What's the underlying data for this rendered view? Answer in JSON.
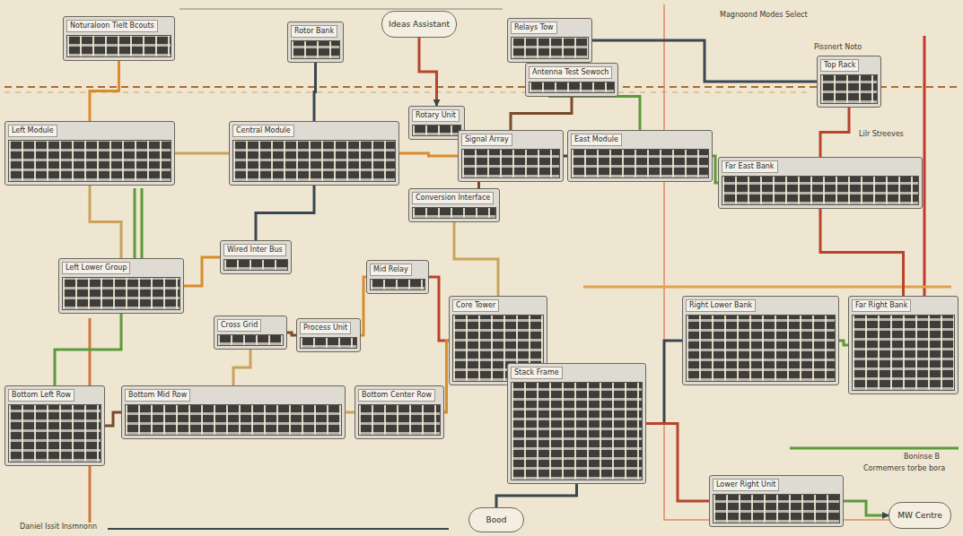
{
  "diagram": {
    "nodes": [
      {
        "text": [
          "Ideas Assistant"
        ]
      },
      {
        "text": [
          "Noturaloon Tielt Bcouts"
        ]
      },
      {
        "text": [
          "Rotor Bank"
        ]
      },
      {
        "text": [
          "Relays Tow"
        ]
      },
      {
        "text": [
          "Antenna Test Sewoch"
        ]
      },
      {
        "text": [
          "Rotary Unit"
        ]
      },
      {
        "text": [
          "Left Module"
        ]
      },
      {
        "text": [
          "Central Module"
        ]
      },
      {
        "text": [
          "Signal Array"
        ]
      },
      {
        "text": [
          "East Module"
        ]
      },
      {
        "text": [
          "Far East Bank"
        ]
      },
      {
        "text": [
          "Top Rack"
        ]
      },
      {
        "text": [
          "Wired Inter Bus"
        ]
      },
      {
        "text": [
          "Left Lower Group"
        ]
      },
      {
        "text": [
          "Mid Relay"
        ]
      },
      {
        "text": [
          "Core Tower"
        ]
      },
      {
        "text": [
          "Stack Frame"
        ]
      },
      {
        "text": [
          "Right Lower Bank"
        ]
      },
      {
        "text": [
          "Far Right Bank"
        ]
      },
      {
        "text": [
          "Bottom Left Row"
        ]
      },
      {
        "text": [
          "Bottom Mid Row"
        ]
      },
      {
        "text": [
          "Bottom Center Row"
        ]
      },
      {
        "text": [
          "Lower Right Unit"
        ]
      },
      {
        "text": [
          "MW Centre"
        ]
      },
      {
        "text": [
          "Bood"
        ]
      },
      {
        "text": [
          "Conversion Interface"
        ]
      },
      {
        "text": [
          "Process Unit"
        ]
      },
      {
        "text": [
          "Cross Grid"
        ]
      }
    ],
    "edges": [
      {
        "from": 1,
        "to": 6,
        "arrow": "none"
      },
      {
        "from": 2,
        "to": 7,
        "arrow": "none"
      },
      {
        "from": 3,
        "to": 9,
        "arrow": "none"
      },
      {
        "from": 0,
        "to": 5,
        "arrow": "to"
      },
      {
        "from": 5,
        "to": 8,
        "arrow": "none"
      },
      {
        "from": 6,
        "to": 7,
        "arrow": "none"
      },
      {
        "from": 7,
        "to": 8,
        "arrow": "none"
      },
      {
        "from": 8,
        "to": 9,
        "arrow": "none"
      },
      {
        "from": 9,
        "to": 10,
        "arrow": "none"
      },
      {
        "from": 11,
        "to": 10,
        "arrow": "none"
      },
      {
        "from": 4,
        "to": 8,
        "arrow": "none"
      },
      {
        "from": 6,
        "to": 13,
        "arrow": "none"
      },
      {
        "from": 12,
        "to": 13,
        "arrow": "none"
      },
      {
        "from": 12,
        "to": 7,
        "arrow": "none"
      },
      {
        "from": 13,
        "to": 19,
        "arrow": "none"
      },
      {
        "from": 14,
        "to": 15,
        "arrow": "none"
      },
      {
        "from": 25,
        "to": 8,
        "arrow": "none"
      },
      {
        "from": 25,
        "to": 15,
        "arrow": "none"
      },
      {
        "from": 15,
        "to": 16,
        "arrow": "none"
      },
      {
        "from": 16,
        "to": 17,
        "arrow": "none"
      },
      {
        "from": 17,
        "to": 18,
        "arrow": "none"
      },
      {
        "from": 10,
        "to": 18,
        "arrow": "none"
      },
      {
        "from": 19,
        "to": 20,
        "arrow": "none"
      },
      {
        "from": 20,
        "to": 21,
        "arrow": "none"
      },
      {
        "from": 21,
        "to": 15,
        "arrow": "none"
      },
      {
        "from": 16,
        "to": 24,
        "arrow": "none"
      },
      {
        "from": 22,
        "to": 23,
        "arrow": "to"
      },
      {
        "from": 16,
        "to": 22,
        "arrow": "none"
      },
      {
        "from": 26,
        "to": 27,
        "arrow": "none"
      },
      {
        "from": 27,
        "to": 20,
        "arrow": "none"
      },
      {
        "from": 26,
        "to": 14,
        "arrow": "none"
      },
      {
        "from": 3,
        "to": 11,
        "arrow": "none"
      }
    ],
    "labels": [
      "Magnoond Modes Select",
      "Lilr Streeves",
      "Pissnert Noto",
      "Daniel Issit Insmnonn",
      "Boninse B",
      "Cormemers torbe bora"
    ]
  }
}
